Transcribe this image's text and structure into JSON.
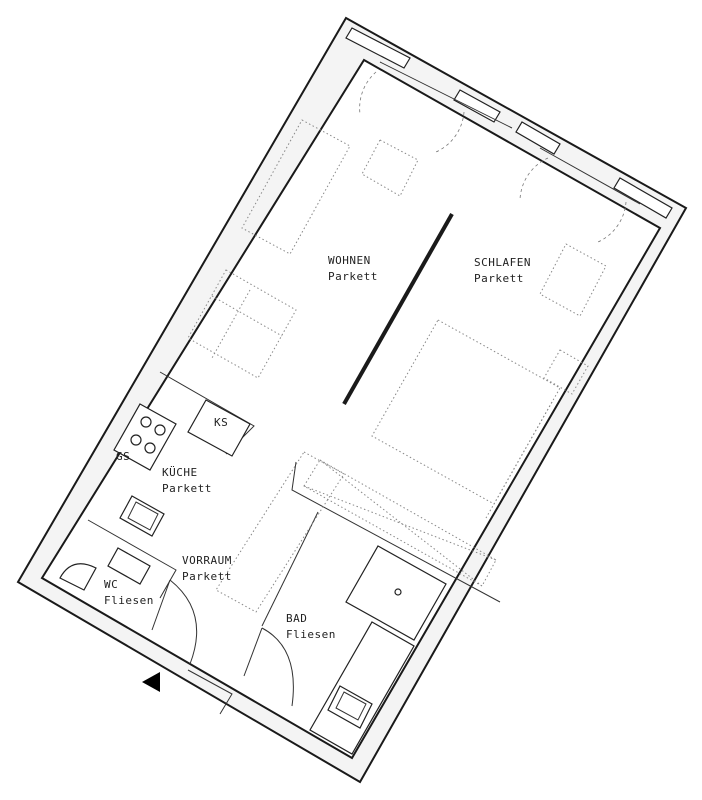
{
  "rooms": {
    "wohnen": {
      "name": "WOHNEN",
      "floor": "Parkett"
    },
    "schlafen": {
      "name": "SCHLAFEN",
      "floor": "Parkett"
    },
    "kueche": {
      "name": "KÜCHE",
      "floor": "Parkett"
    },
    "vorraum": {
      "name": "VORRAUM",
      "floor": "Parkett"
    },
    "bad": {
      "name": "BAD",
      "floor": "Fliesen"
    },
    "wc": {
      "name": "WC",
      "floor": "Fliesen"
    }
  },
  "appliances": {
    "ks": "KS",
    "gs": "GS"
  },
  "colors": {
    "wall": "#1a1a1a",
    "wall_fill": "#f4f4f4",
    "furniture": "#888888",
    "entrance_marker": "#000000"
  },
  "icons": {
    "entrance": "entrance-arrow-icon"
  }
}
